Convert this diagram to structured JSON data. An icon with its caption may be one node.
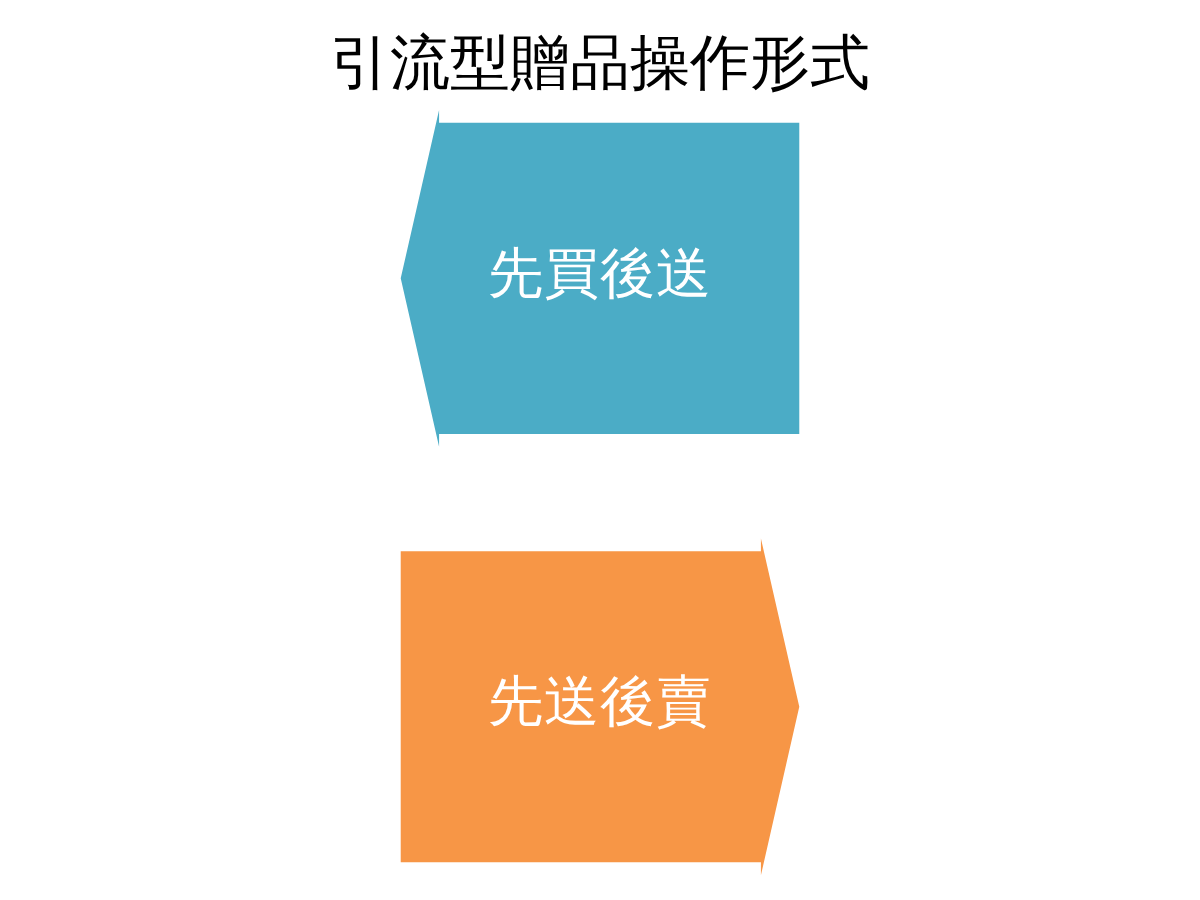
{
  "diagram": {
    "title": "引流型贈品操作形式",
    "nodes": [
      {
        "text": [
          "先買後送"
        ]
      },
      {
        "text": [
          "先送後賣"
        ]
      }
    ]
  }
}
